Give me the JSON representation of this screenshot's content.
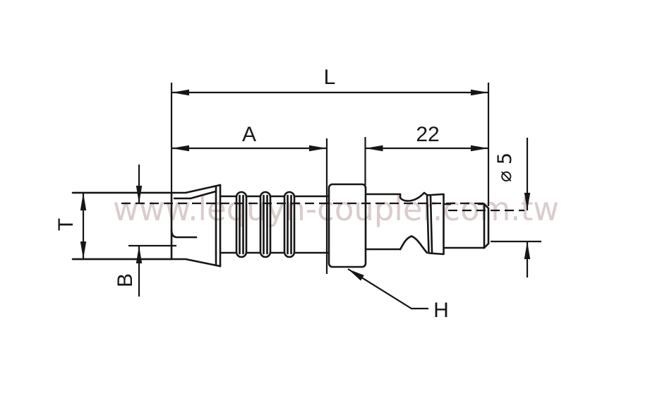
{
  "drawing": {
    "type": "technical-dimension-drawing",
    "subject": "hose-barb quick coupler plug fitting, side view",
    "colors": {
      "background": "#ffffff",
      "line": "#161616",
      "watermark": "#dbcccc"
    },
    "watermark": {
      "text": "www.lequyn-coupler.com.tw"
    },
    "dimensions": {
      "overall_length": {
        "label": "L"
      },
      "tail_length": {
        "label": "A"
      },
      "plug_length": {
        "label": "22"
      },
      "tip_bore": {
        "label": "⌀ 5"
      },
      "tail_diameter": {
        "label": "T"
      },
      "tail_bore": {
        "label": "B"
      },
      "hex_flats": {
        "label": "H"
      }
    }
  }
}
